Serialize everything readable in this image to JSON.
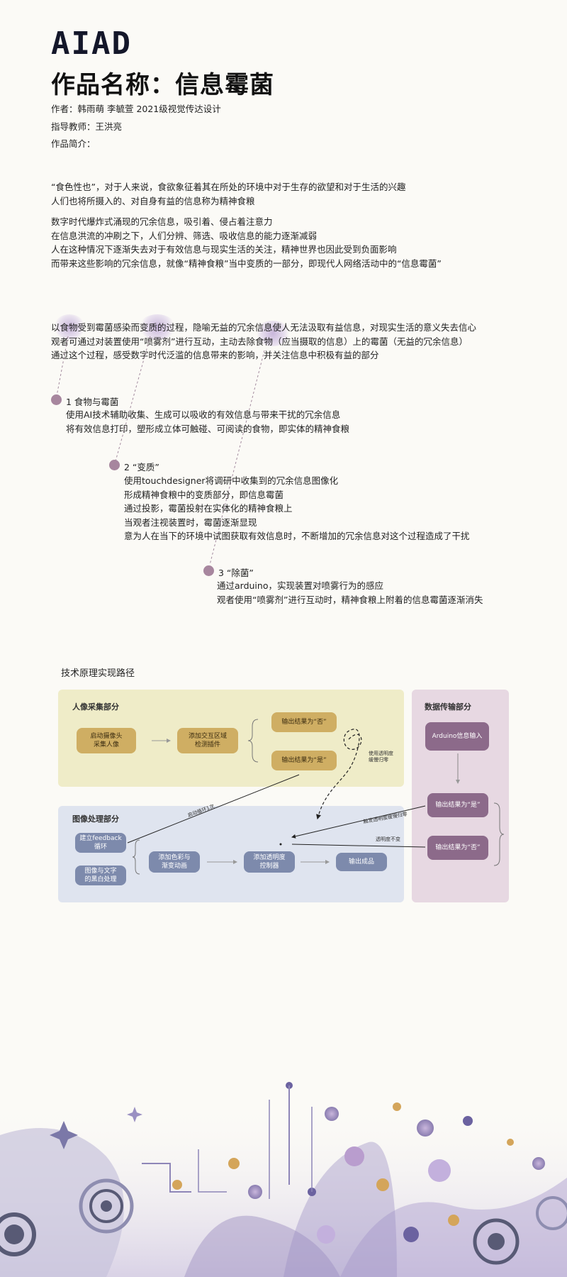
{
  "header": {
    "logo": "AIAD",
    "title": "作品名称：信息霉菌",
    "authors": "作者：韩雨萌  李毓萱  2021级视觉传达设计",
    "advisor": "指导教师：王洪亮",
    "intro_label": "作品简介："
  },
  "intro": {
    "para1": [
      "“食色性也”，对于人来说，食欲象征着其在所处的环境中对于生存的欲望和对于生活的兴趣",
      "人们也将所摄入的、对自身有益的信息称为精神食粮"
    ],
    "para2": [
      "数字时代爆炸式涌现的冗余信息，吸引着、侵占着注意力",
      "在信息洪流的冲刷之下，人们分辨、筛选、吸收信息的能力逐渐减弱",
      "人在这种情况下逐渐失去对于有效信息与现实生活的关注，精神世界也因此受到负面影响",
      "而带来这些影响的冗余信息，就像“精神食粮”当中变质的一部分，即现代人网络活动中的“信息霉菌”"
    ],
    "para3": [
      "以食物受到霉菌感染而变质的过程，隐喻无益的冗余信息使人无法汲取有益信息，对现实生活的意义失去信心",
      "观者可通过对装置使用“喷雾剂”进行互动，主动去除食物（应当摄取的信息）上的霉菌（无益的冗余信息）",
      "通过这个过程，感受数字时代泛滥的信息带来的影响，并关注信息中积极有益的部分"
    ]
  },
  "steps": [
    {
      "heading": "1  食物与霉菌",
      "lines": [
        "使用AI技术辅助收集、生成可以吸收的有效信息与带来干扰的冗余信息",
        "将有效信息打印，塑形成立体可触碰、可阅读的食物，即实体的精神食粮"
      ]
    },
    {
      "heading": "2 “变质”",
      "lines": [
        "使用touchdesigner将调研中收集到的冗余信息图像化",
        "形成精神食粮中的变质部分，即信息霉菌",
        "通过投影，霉菌投射在实体化的精神食粮上",
        "当观者注视装置时，霉菌逐渐显现",
        "意为人在当下的环境中试图获取有效信息时，不断增加的冗余信息对这个过程造成了干扰"
      ]
    },
    {
      "heading": "3  “除菌”",
      "lines": [
        "通过arduino，实现装置对喷雾行为的感应",
        "观者使用“喷雾剂”进行互动时，精神食粮上附着的信息霉菌逐渐消失"
      ]
    }
  ],
  "diagram": {
    "title": "技术原理实现路径",
    "panel_capture": "人像采集部分",
    "panel_process": "图像处理部分",
    "panel_data": "数据传输部分",
    "capture_boxes": [
      "启动摄像头\n采集人像",
      "添加交互区域\n检测插件",
      "输出结果为“否”",
      "输出结果为“是”"
    ],
    "process_boxes": [
      "建立feedback\n循环",
      "图像与文字\n的黑白处理",
      "添加色彩与\n渐变动画",
      "添加透明度\n控制器",
      "输出成品"
    ],
    "data_boxes": [
      "Arduino信息输入",
      "输出结果为“是”",
      "输出结果为“否”"
    ],
    "notes": {
      "keep_transparency": "使用透明度\n缓慢归零",
      "start_loop": "启动循环1次",
      "trigger_zero": "触发透明度缓慢归零",
      "unchanged": "透明度不变"
    }
  },
  "colors": {
    "capture_panel": "#efecc8",
    "process_panel": "#dfe4ef",
    "data_panel": "#e7d8e2",
    "step_dot": "#a7869e"
  }
}
